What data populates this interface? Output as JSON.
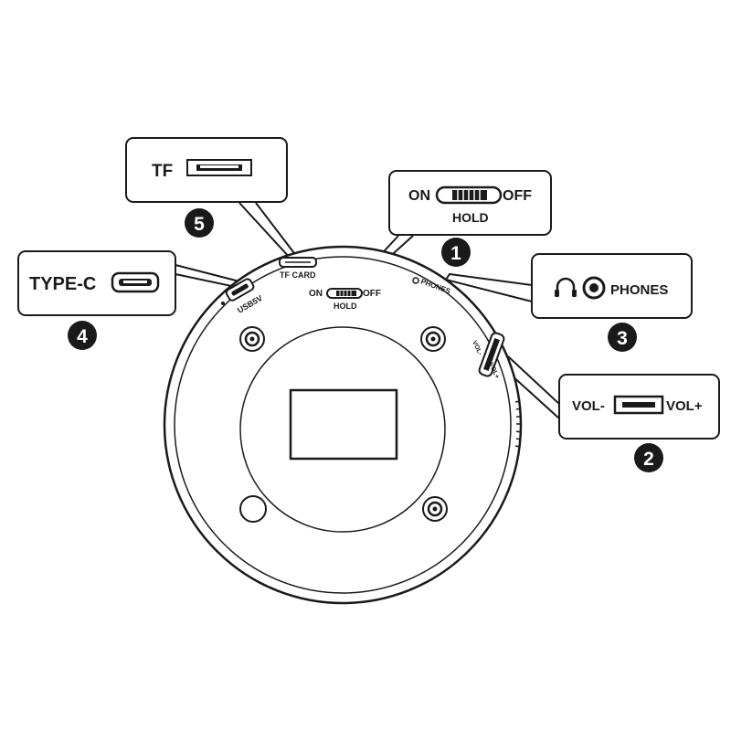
{
  "callouts": {
    "tf": {
      "label": "TF",
      "number": "5"
    },
    "hold": {
      "on": "ON",
      "off": "OFF",
      "hold": "HOLD",
      "number": "1"
    },
    "phones": {
      "label": "PHONES",
      "number": "3"
    },
    "typec": {
      "label": "TYPE-C",
      "number": "4"
    },
    "volume": {
      "minus": "VOL-",
      "plus": "VOL+",
      "number": "2"
    }
  },
  "device": {
    "tf_card": "TF CARD",
    "usb": "USB5V",
    "hold_on": "ON",
    "hold_off": "OFF",
    "hold": "HOLD",
    "phones": "PHONES",
    "vol_minus": "VOL-",
    "vol_plus": "VOL+"
  },
  "colors": {
    "ink": "#1a1a1a",
    "background": "#ffffff",
    "badge": "#1a1a1a"
  }
}
